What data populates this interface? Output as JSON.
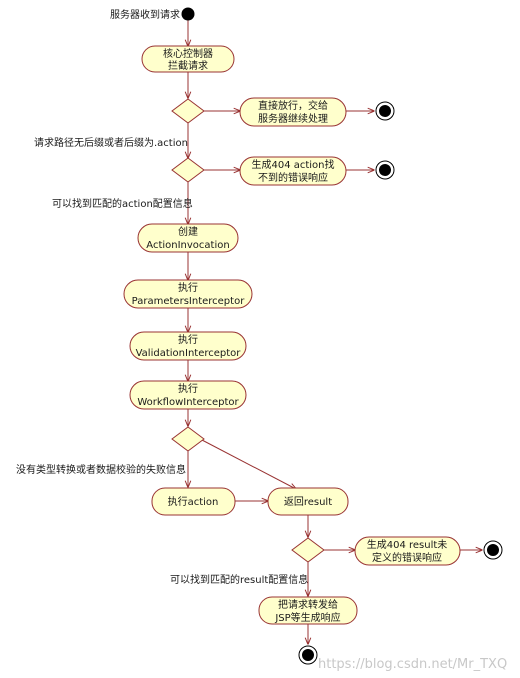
{
  "start_label": "服务器收到请求",
  "nodes": {
    "core_controller": [
      "核心控制器",
      "拦截请求"
    ],
    "pass_through": [
      "直接放行，交给",
      "服务器继续处理"
    ],
    "gen404_action": [
      "生成404 action找",
      "不到的错误响应"
    ],
    "create_invocation": [
      "创建",
      "ActionInvocation"
    ],
    "exec_params": [
      "执行",
      "ParametersInterceptor"
    ],
    "exec_validation": [
      "执行",
      "ValidationInterceptor"
    ],
    "exec_workflow": [
      "执行",
      "WorkflowInterceptor"
    ],
    "exec_action": [
      "执行action"
    ],
    "return_result": [
      "返回result"
    ],
    "gen404_result": [
      "生成404 result未",
      "定义的错误响应"
    ],
    "forward_jsp": [
      "把请求转发给",
      "JSP等生成响应"
    ]
  },
  "edge_labels": {
    "no_suffix": "请求路径无后缀或者后缀为.action",
    "found_action": "可以找到匹配的action配置信息",
    "no_conversion_error": "没有类型转换或者数据校验的失败信息",
    "found_result": "可以找到匹配的result配置信息"
  },
  "watermark": "https://blog.csdn.net/Mr_TXQ"
}
